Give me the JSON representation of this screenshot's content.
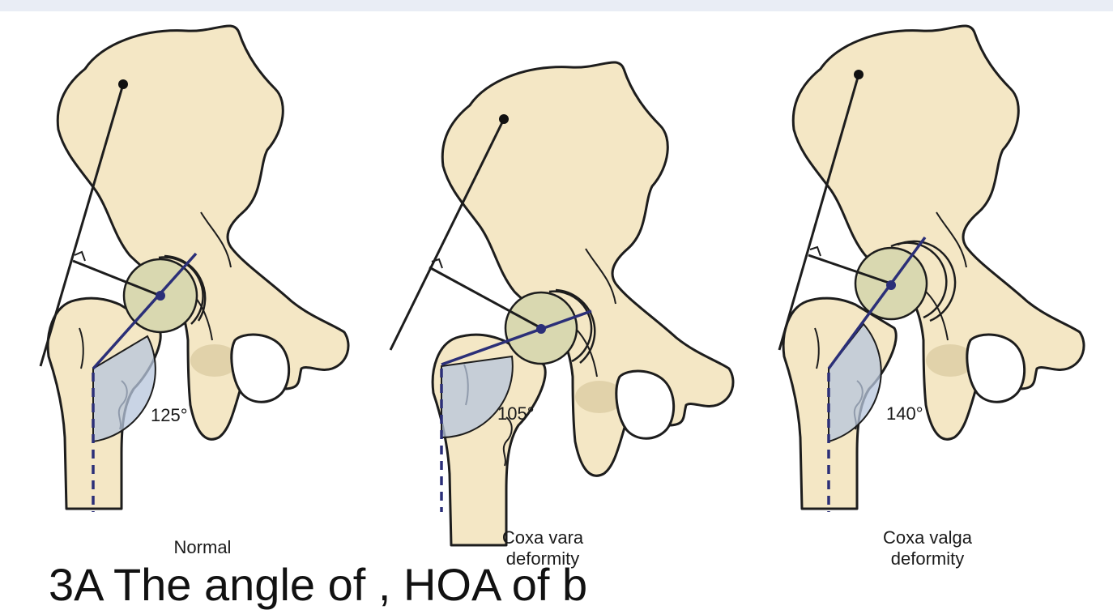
{
  "panels": [
    {
      "caption": "Normal",
      "angle_label": "125°",
      "neck_shaft_angle_deg": 125
    },
    {
      "caption": "Coxa vara\ndeformity",
      "angle_label": "105°",
      "neck_shaft_angle_deg": 105
    },
    {
      "caption": "Coxa valga\ndeformity",
      "angle_label": "140°",
      "neck_shaft_angle_deg": 140
    }
  ],
  "colors": {
    "bone": "#f4e7c5",
    "femoral_head": "#d9d8b0",
    "angle_region": "#b7c6dc",
    "axis_line": "#2b2f78",
    "outline": "#1d1d1d"
  },
  "cropped_text": "3A The   angle   of    ,  HOA   of   b"
}
